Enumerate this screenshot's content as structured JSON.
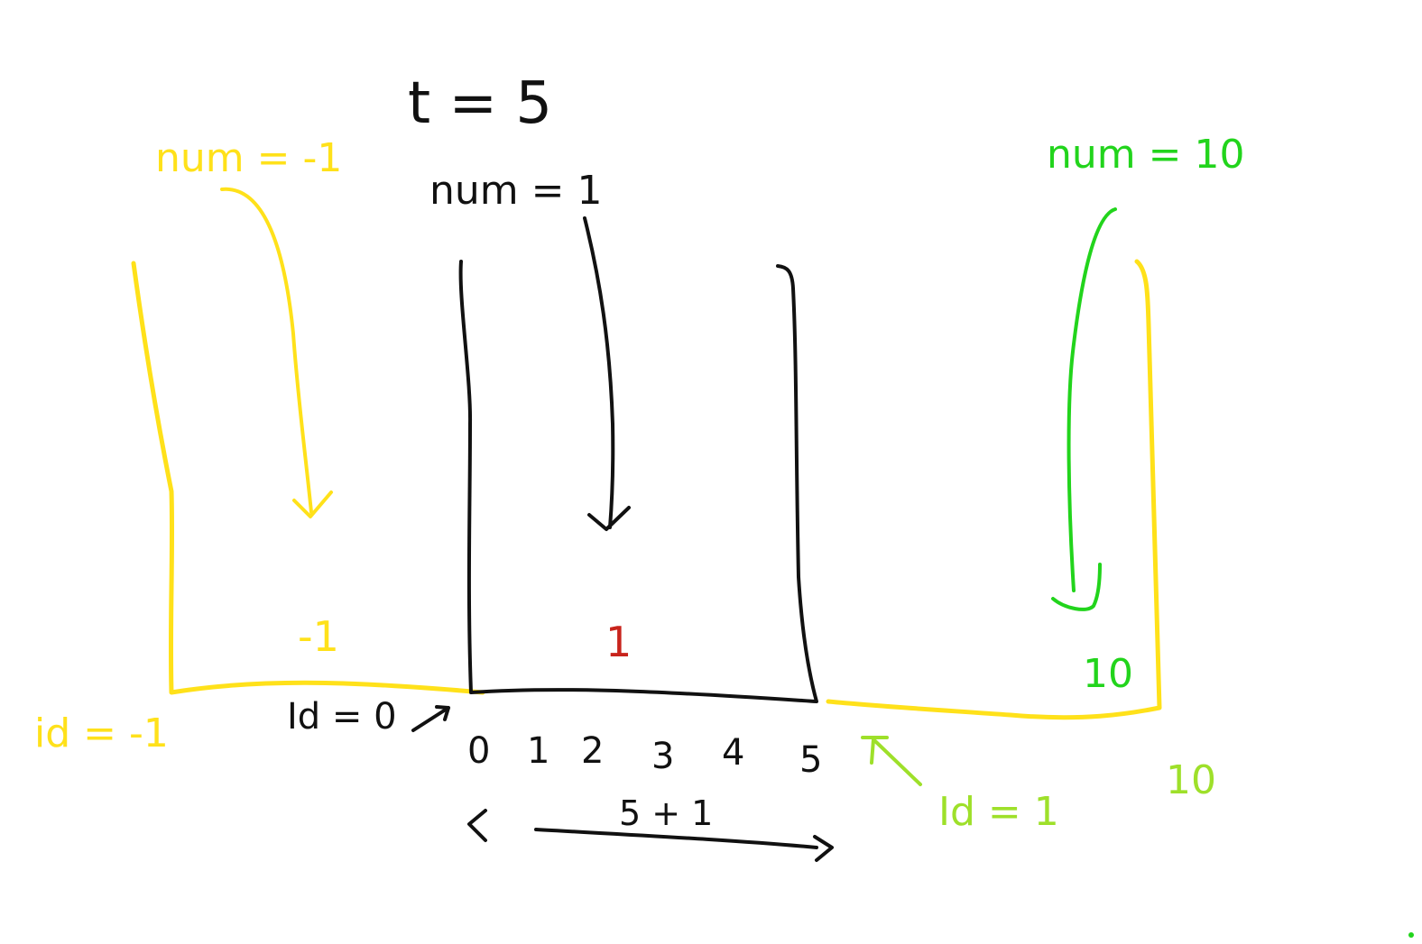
{
  "colors": {
    "ink": "#111111",
    "yellow": "#ffe11a",
    "green": "#22d41c",
    "lime": "#9ee02a",
    "red": "#c8241c"
  },
  "header": {
    "t_label": "t = 5",
    "num_label": "num = 1"
  },
  "left_bucket": {
    "num_label": "num = -1",
    "value": "-1",
    "id_label": "id = -1"
  },
  "middle_bucket": {
    "id_label": "Id = 0",
    "value": "1",
    "ticks": [
      "0",
      "1",
      "2",
      "3",
      "4",
      "5"
    ],
    "width_label": "5 + 1"
  },
  "right_bucket": {
    "num_label": "num = 10",
    "value": "10",
    "outside_value": "10",
    "id_label": "Id = 1"
  }
}
